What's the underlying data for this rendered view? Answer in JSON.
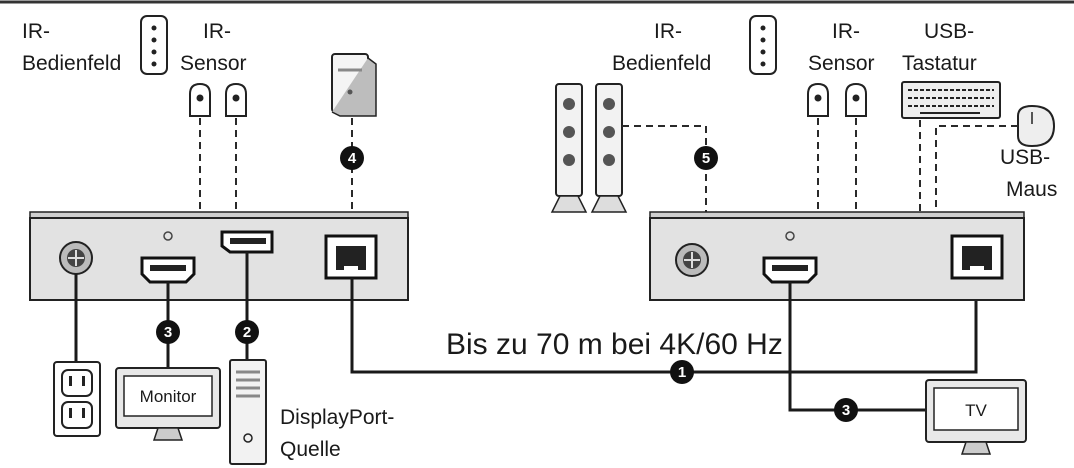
{
  "labels": {
    "left_ir_panel": [
      "IR-",
      "Bedienfeld"
    ],
    "left_ir_sensor": [
      "IR-",
      "Sensor"
    ],
    "right_ir_panel": [
      "IR-",
      "Bedienfeld"
    ],
    "right_ir_sensor": [
      "IR-",
      "Sensor"
    ],
    "usb_keyboard": [
      "USB-",
      "Tastatur"
    ],
    "usb_mouse": [
      "USB-",
      "Maus"
    ],
    "dp_source": [
      "DisplayPort-",
      "Quelle"
    ],
    "monitor": "Monitor",
    "tv": "TV",
    "distance": "Bis zu 70 m bei 4K/60 Hz"
  },
  "badges": {
    "lan_cable": "1",
    "dp_cable": "2",
    "hdmi_monitor": "3",
    "hdmi_tv": "3",
    "router": "4",
    "speakers": "5"
  }
}
